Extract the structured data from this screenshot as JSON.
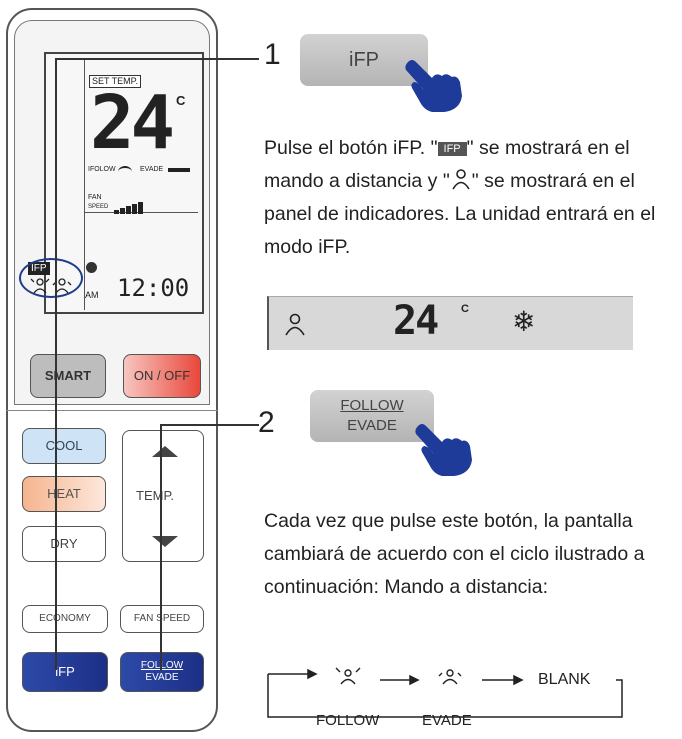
{
  "remote": {
    "lcd": {
      "set_temp_label": "SET TEMP.",
      "temperature": "24",
      "unit": "°C",
      "follow_indicator": "IFOLOW",
      "evade_indicator": "EVADE",
      "fan_label": "FAN",
      "speed_label": "SPEED",
      "fan_level": 0.8,
      "ifp_chip": "IFP",
      "am_label": "AM",
      "clock": "12:00"
    },
    "buttons": {
      "smart": "SMART",
      "on_off": "ON / OFF",
      "cool": "COOL",
      "heat": "HEAT",
      "dry": "DRY",
      "temp": "TEMP.",
      "economy": "ECONOMY",
      "fan_speed": "FAN SPEED",
      "ifp": "iFP",
      "follow": "FOLLOW",
      "evade": "EVADE"
    }
  },
  "step1": {
    "number": "1",
    "button_label": "iFP",
    "text_part1": "Pulse el botón iFP. \"",
    "inline_chip": "IFP",
    "text_part2": "\" se mostrará en el mando a distancia y \"",
    "text_part3": "\" se mostrará en el panel de indicadores. La unidad entrará en el modo iFP.",
    "panel_temp": "24",
    "panel_unit": "°C"
  },
  "step2": {
    "number": "2",
    "button_label_top": "FOLLOW",
    "button_label_bottom": "EVADE",
    "text": "Cada vez que pulse este botón, la pantalla cambiará de acuerdo con el ciclo ilustrado a continuación: Mando a distancia:"
  },
  "cycle": {
    "items": [
      "FOLLOW",
      "EVADE"
    ],
    "end_label": "BLANK"
  },
  "colors": {
    "accent_blue": "#1e3c8c",
    "button_gray": "#bdbdbd",
    "onoff_red": "#e9473a"
  }
}
